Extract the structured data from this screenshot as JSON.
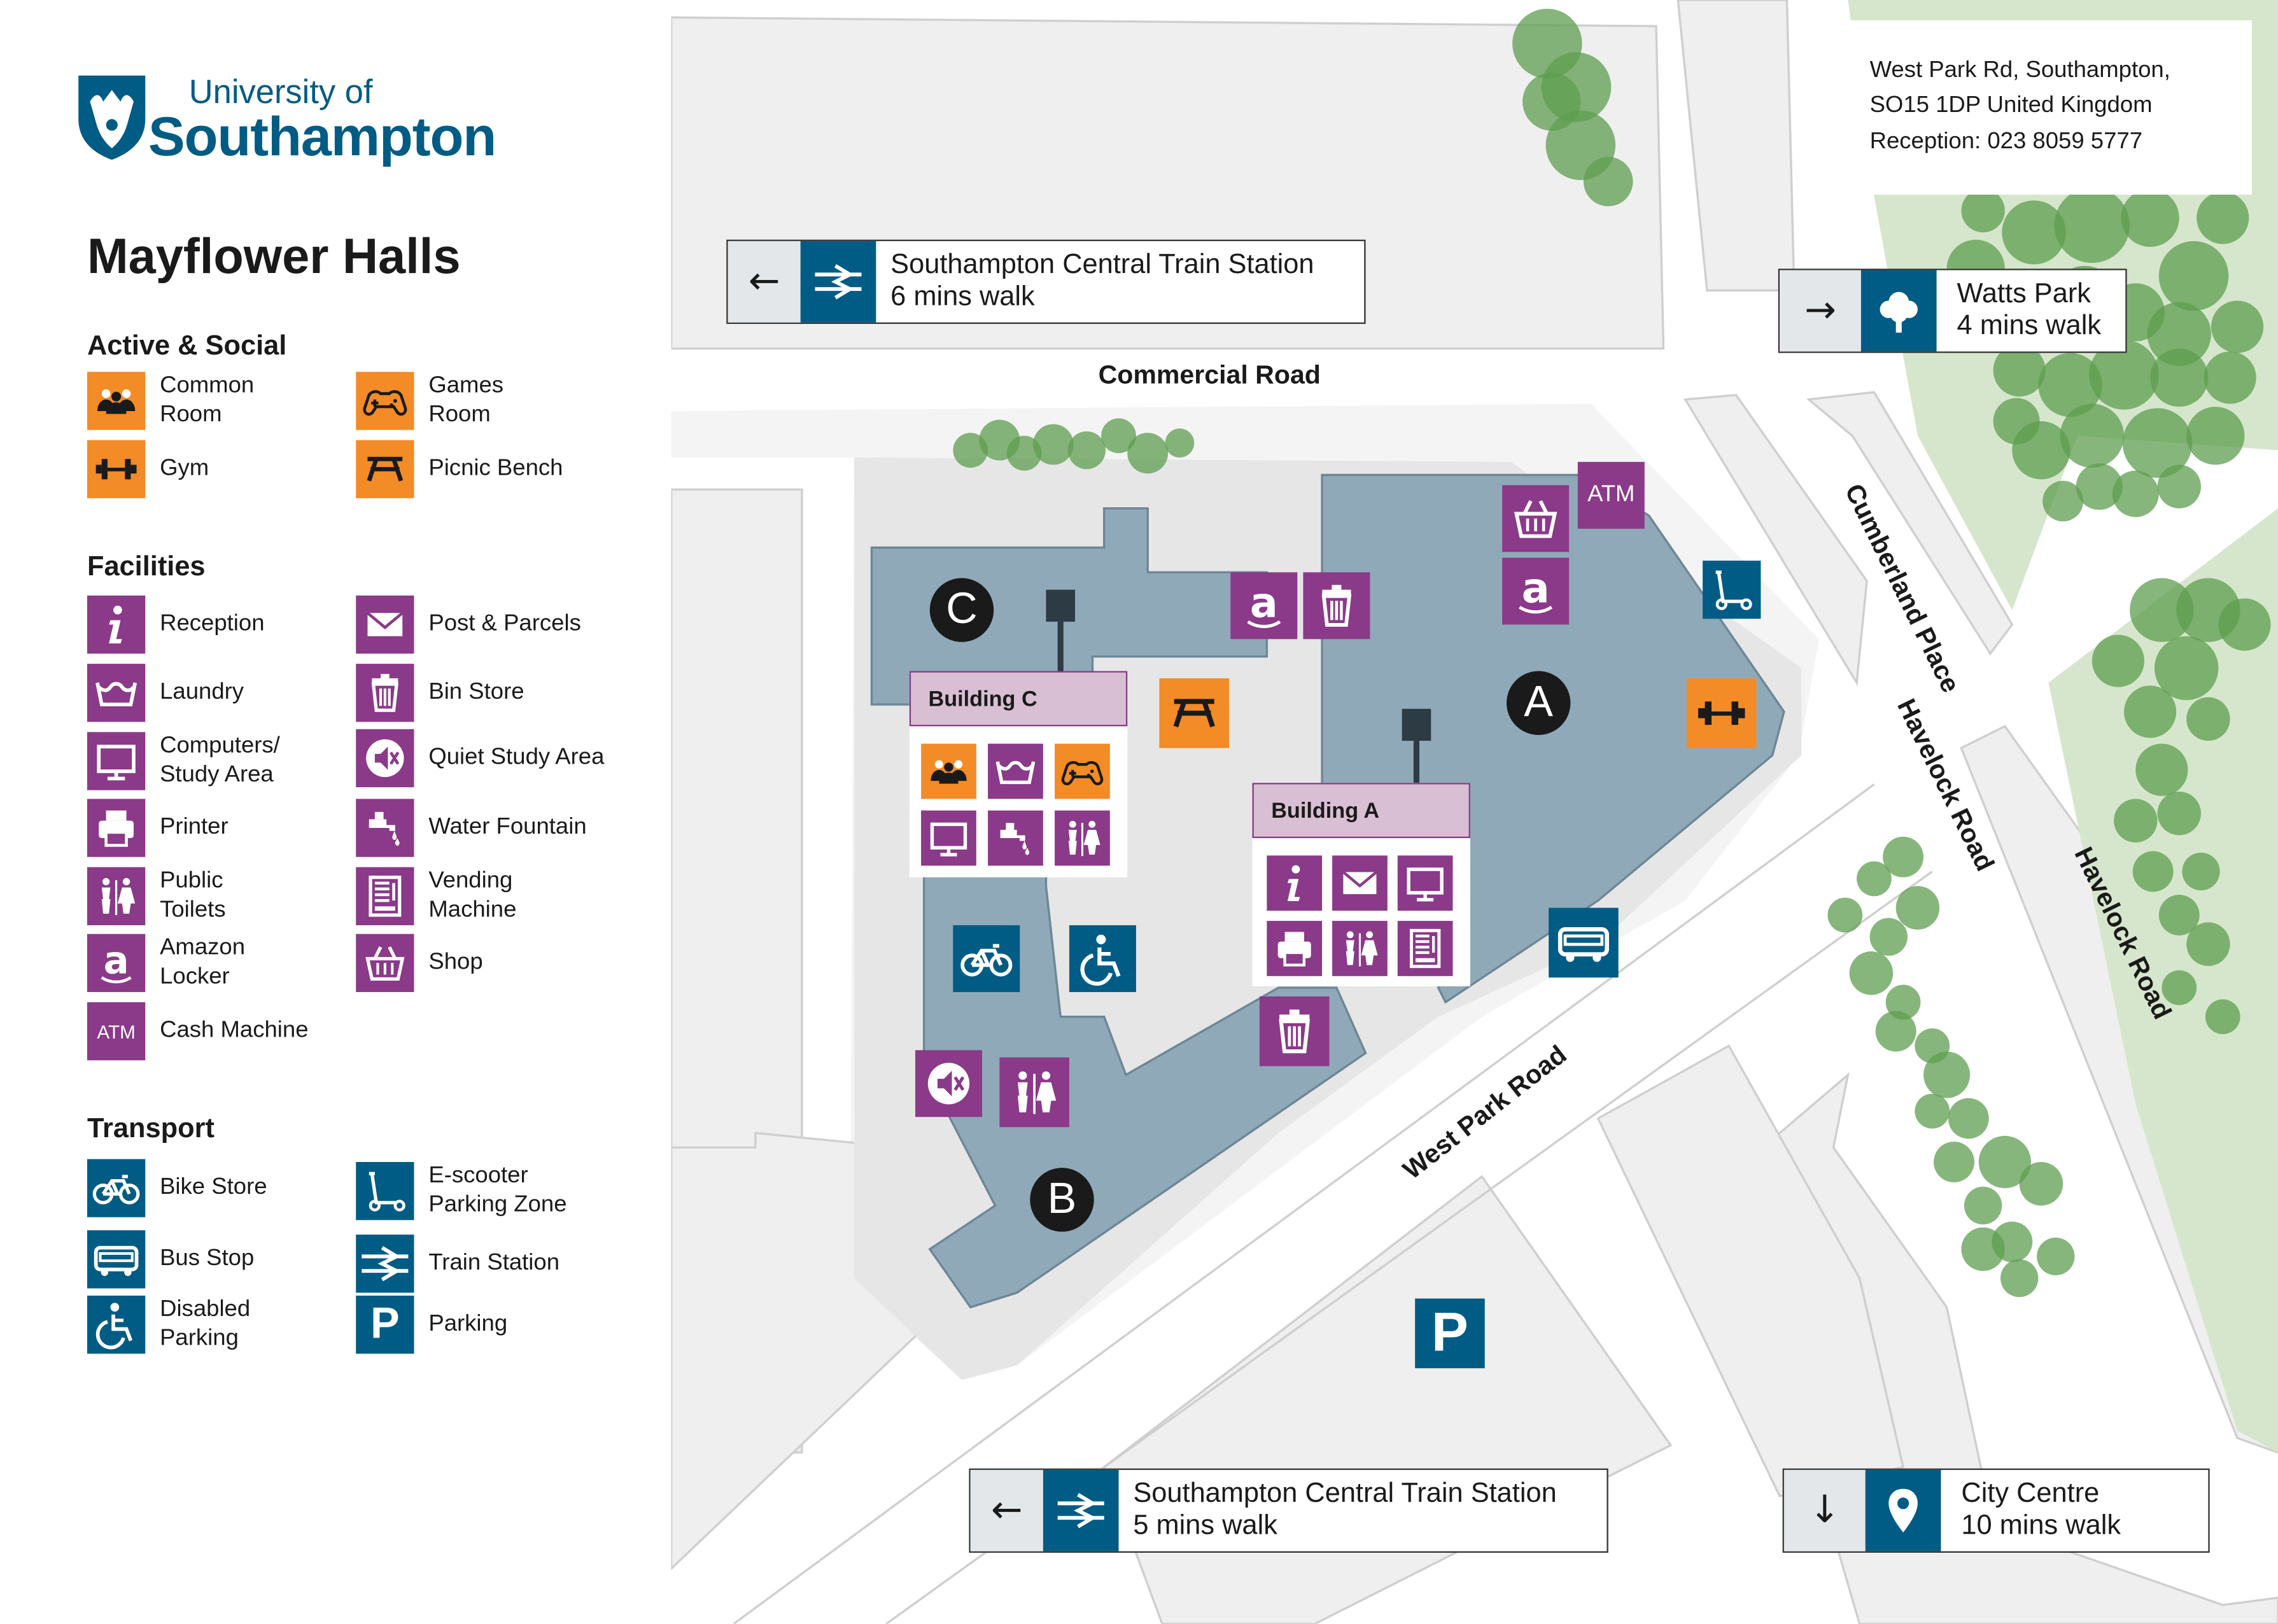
{
  "header": {
    "logo_line1": "University of",
    "logo_line2": "Southampton",
    "title": "Mayflower Halls"
  },
  "legend": {
    "active_title": "Active & Social",
    "active_items": [
      "Common\nRoom",
      "Games\nRoom",
      "Gym",
      "Picnic Bench"
    ],
    "facilities_title": "Facilities",
    "facility_items": [
      "Reception",
      "Post & Parcels",
      "Laundry",
      "Bin Store",
      "Computers/\nStudy Area",
      "Quiet Study Area",
      "Printer",
      "Water Fountain",
      "Public\nToilets",
      "Vending\nMachine",
      "Amazon\nLocker",
      "Shop",
      "Cash Machine"
    ],
    "transport_title": "Transport",
    "transport_items": [
      "Bike Store",
      "E-scooter\nParking Zone",
      "Bus Stop",
      "Train Station",
      "Disabled\nParking",
      "Parking"
    ]
  },
  "address": {
    "line1": "West Park Rd, Southampton,",
    "line2": "SO15 1DP United Kingdom",
    "line3": "Reception: 023 8059 5777"
  },
  "signs": {
    "train_top_line1": "Southampton Central Train Station",
    "train_top_line2": "6 mins walk",
    "park_line1": "Watts Park",
    "park_line2": "4 mins walk",
    "train_bottom_line1": "Southampton Central Train Station",
    "train_bottom_line2": "5 mins walk",
    "city_line1": "City Centre",
    "city_line2": "10 mins walk",
    "arrow_left": "←",
    "arrow_right": "→",
    "arrow_down": "↓"
  },
  "roads": {
    "commercial": "Commercial Road",
    "cumberland": "Cumberland Place",
    "havelock1": "Havelock Road",
    "havelock2": "Havelock Road",
    "westpark": "West Park Road"
  },
  "buildings": {
    "a": "A",
    "b": "B",
    "c": "C",
    "card_c": "Building C",
    "card_a": "Building A"
  },
  "icon_text": {
    "atm": "ATM",
    "amazon": "a",
    "info": "i",
    "parking": "P"
  },
  "colors": {
    "active": "#f38b27",
    "facility": "#8a3a88",
    "transport": "#005c84",
    "building": "#8fa9b8",
    "plaza": "#e6e6e6",
    "park": "#d6e6cc",
    "tree": "#5e9e4f"
  }
}
